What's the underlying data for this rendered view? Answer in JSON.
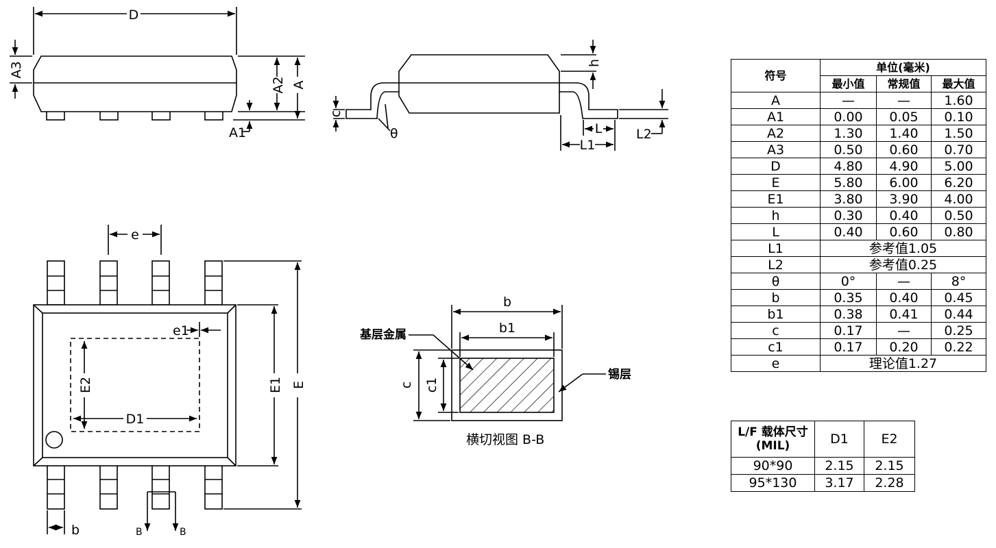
{
  "drawing": {
    "front_view": {
      "label_D": "D",
      "label_A3": "A3",
      "label_A2": "A2",
      "label_A": "A",
      "label_A1": "A1"
    },
    "side_view": {
      "label_c": "c",
      "label_theta": "θ",
      "label_h": "h",
      "label_L": "L",
      "label_L1": "L1",
      "label_L2": "L2"
    },
    "top_view": {
      "label_e": "e",
      "label_e1": "e1",
      "label_E2": "E2",
      "label_D1": "D1",
      "label_E1": "E1",
      "label_E": "E",
      "label_b": "b",
      "label_B_left": "B",
      "label_B_right": "B"
    },
    "cross_section": {
      "label_b": "b",
      "label_b1": "b1",
      "label_c": "c",
      "label_c1": "c1",
      "base_metal": "基层金属",
      "tin_layer": "锡层",
      "caption": "横切视图 B-B"
    }
  },
  "dimension_table": {
    "header_symbol": "符号",
    "header_unit": "单位(毫米)",
    "header_min": "最小值",
    "header_nom": "常规值",
    "header_max": "最大值",
    "rows": [
      {
        "sym": "A",
        "min": "—",
        "nom": "—",
        "max": "1.60"
      },
      {
        "sym": "A1",
        "min": "0.00",
        "nom": "0.05",
        "max": "0.10"
      },
      {
        "sym": "A2",
        "min": "1.30",
        "nom": "1.40",
        "max": "1.50"
      },
      {
        "sym": "A3",
        "min": "0.50",
        "nom": "0.60",
        "max": "0.70"
      },
      {
        "sym": "D",
        "min": "4.80",
        "nom": "4.90",
        "max": "5.00"
      },
      {
        "sym": "E",
        "min": "5.80",
        "nom": "6.00",
        "max": "6.20"
      },
      {
        "sym": "E1",
        "min": "3.80",
        "nom": "3.90",
        "max": "4.00"
      },
      {
        "sym": "h",
        "min": "0.30",
        "nom": "0.40",
        "max": "0.50"
      },
      {
        "sym": "L",
        "min": "0.40",
        "nom": "0.60",
        "max": "0.80"
      }
    ],
    "row_L1": {
      "sym": "L1",
      "value": "参考值1.05"
    },
    "row_L2": {
      "sym": "L2",
      "value": "参考值0.25"
    },
    "rows2": [
      {
        "sym": "θ",
        "min": "0°",
        "nom": "—",
        "max": "8°"
      },
      {
        "sym": "b",
        "min": "0.35",
        "nom": "0.40",
        "max": "0.45"
      },
      {
        "sym": "b1",
        "min": "0.38",
        "nom": "0.41",
        "max": "0.44"
      },
      {
        "sym": "c",
        "min": "0.17",
        "nom": "—",
        "max": "0.25"
      },
      {
        "sym": "c1",
        "min": "0.17",
        "nom": "0.20",
        "max": "0.22"
      }
    ],
    "row_e": {
      "sym": "e",
      "value": "理论值1.27"
    }
  },
  "lf_table": {
    "header": "L/F 载体尺寸 (MIL)",
    "col_D1": "D1",
    "col_E2": "E2",
    "rows": [
      {
        "size": "90*90",
        "D1": "2.15",
        "E2": "2.15"
      },
      {
        "size": "95*130",
        "D1": "3.17",
        "E2": "2.28"
      }
    ]
  }
}
